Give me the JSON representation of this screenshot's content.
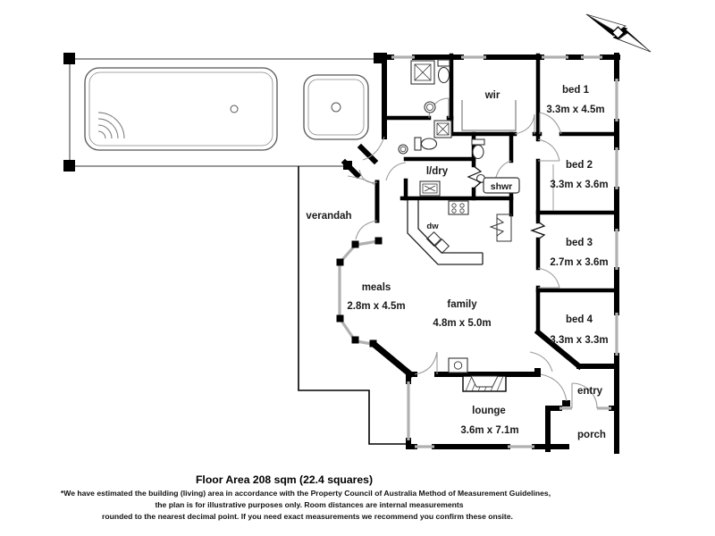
{
  "plan": {
    "rooms": {
      "bed1": {
        "label": "bed 1",
        "dims": "3.3m x 4.5m"
      },
      "bed2": {
        "label": "bed 2",
        "dims": "3.3m x 3.6m"
      },
      "bed3": {
        "label": "bed 3",
        "dims": "2.7m x 3.6m"
      },
      "bed4": {
        "label": "bed 4",
        "dims": "3.3m x 3.3m"
      },
      "wir": {
        "label": "wir"
      },
      "ldry": {
        "label": "l/dry"
      },
      "shwr": {
        "label": "shwr"
      },
      "dw": {
        "label": "dw"
      },
      "verandah": {
        "label": "verandah"
      },
      "meals": {
        "label": "meals",
        "dims": "2.8m x 4.5m"
      },
      "family": {
        "label": "family",
        "dims": "4.8m x 5.0m"
      },
      "lounge": {
        "label": "lounge",
        "dims": "3.6m x 7.1m"
      },
      "entry": {
        "label": "entry"
      },
      "porch": {
        "label": "porch"
      }
    },
    "footer": {
      "floor_area": "Floor Area 208 sqm (22.4 squares)",
      "disclaimer": [
        "*We have estimated the building (living) area in accordance with the Property Council of Australia Method of Measurement Guidelines,",
        "the plan is for illustrative purposes only. Room distances are internal measurements",
        "rounded to the nearest decimal point. If you need exact measurements we recommend you confirm these onsite."
      ]
    },
    "colors": {
      "wall": "#000000",
      "window": "#b0b0b0",
      "thin_line": "#444444",
      "background": "#ffffff"
    }
  }
}
